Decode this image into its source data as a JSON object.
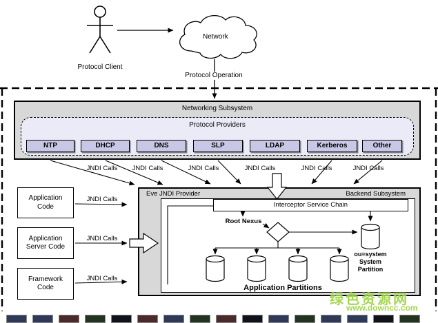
{
  "top": {
    "protocol_client": "Protocol Client",
    "network": "Network",
    "protocol_operation": "Protocol Operation"
  },
  "networking": {
    "title": "Networking Subsystem",
    "providers_title": "Protocol Providers",
    "providers": [
      "NTP",
      "DHCP",
      "DNS",
      "SLP",
      "LDAP",
      "Kerberos",
      "Other"
    ]
  },
  "labels": {
    "jndi_calls": "JNDI Calls"
  },
  "left_boxes": [
    {
      "label": "Application Code"
    },
    {
      "label": "Application Server Code"
    },
    {
      "label": "Framework Code"
    }
  ],
  "backend": {
    "provider_title": "Eve JNDI Provider",
    "subsystem_title": "Backend Subsystem",
    "interceptor": "Interceptor Service Chain",
    "root_nexus": "Root Nexus",
    "system_partition": "ou=system\nSystem\nPartition",
    "application_partitions": "Application Partitions"
  },
  "watermark": {
    "title": "绿色资源网",
    "url": "www.downcc.com"
  },
  "colors": {
    "panel_gray": "#d8d8d8",
    "provider_fill": "#c8c8e6",
    "providers_container": "#ebebf7",
    "watermark_green": "#9cd43f"
  }
}
